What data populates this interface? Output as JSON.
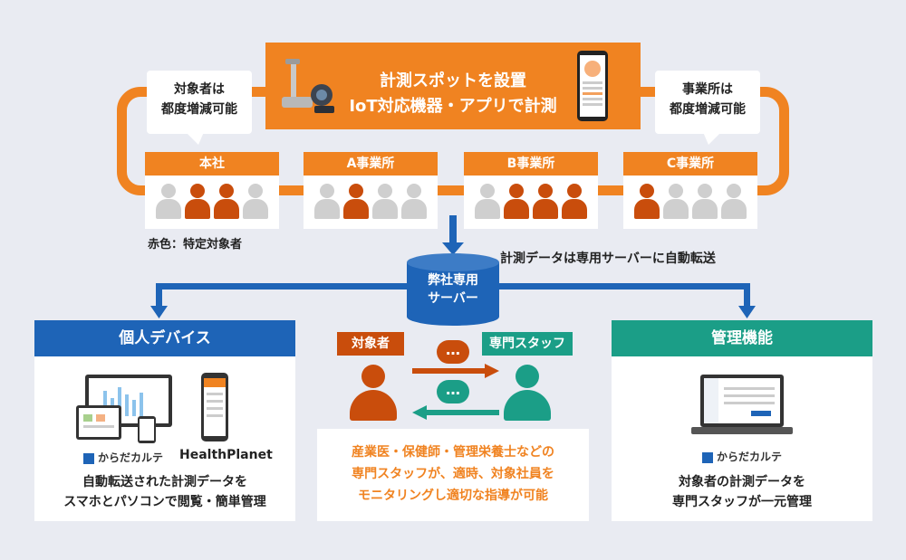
{
  "top": {
    "line1": "計測スポットを設置",
    "line2": "IoT対応機器・アプリで計測"
  },
  "bubbles": {
    "left": [
      "対象者は",
      "都度増減可能"
    ],
    "right": [
      "事業所は",
      "都度増減可能"
    ]
  },
  "offices": [
    {
      "name": "本社",
      "people": [
        "grey",
        "red",
        "red",
        "grey"
      ]
    },
    {
      "name": "A事業所",
      "people": [
        "grey",
        "red",
        "grey",
        "grey"
      ]
    },
    {
      "name": "B事業所",
      "people": [
        "grey",
        "red",
        "red",
        "red"
      ]
    },
    {
      "name": "C事業所",
      "people": [
        "red",
        "grey",
        "grey",
        "grey"
      ]
    }
  ],
  "legend_note": "赤色：特定対象者",
  "transfer_note": "計測データは専用サーバーに自動転送",
  "server": [
    "弊社専用",
    "サーバー"
  ],
  "left_panel": {
    "title": "個人デバイス",
    "brand1": "からだカルテ",
    "brand2": "HealthPlanet",
    "caption": [
      "自動転送された計測データを",
      "スマホとパソコンで閲覧・簡単管理"
    ]
  },
  "middle": {
    "subject": "対象者",
    "staff": "専門スタッフ",
    "chat_dots": "…",
    "caption": [
      "産業医・保健師・管理栄養士などの",
      "専門スタッフが、適時、対象社員を",
      "モニタリングし適切な指導が可能"
    ]
  },
  "right_panel": {
    "title": "管理機能",
    "brand": "からだカルテ",
    "caption": [
      "対象者の計測データを",
      "専門スタッフが一元管理"
    ]
  },
  "colors": {
    "orange": "#f08321",
    "red_person": "#c94d0c",
    "blue": "#1e64b7",
    "teal": "#1b9e87"
  }
}
